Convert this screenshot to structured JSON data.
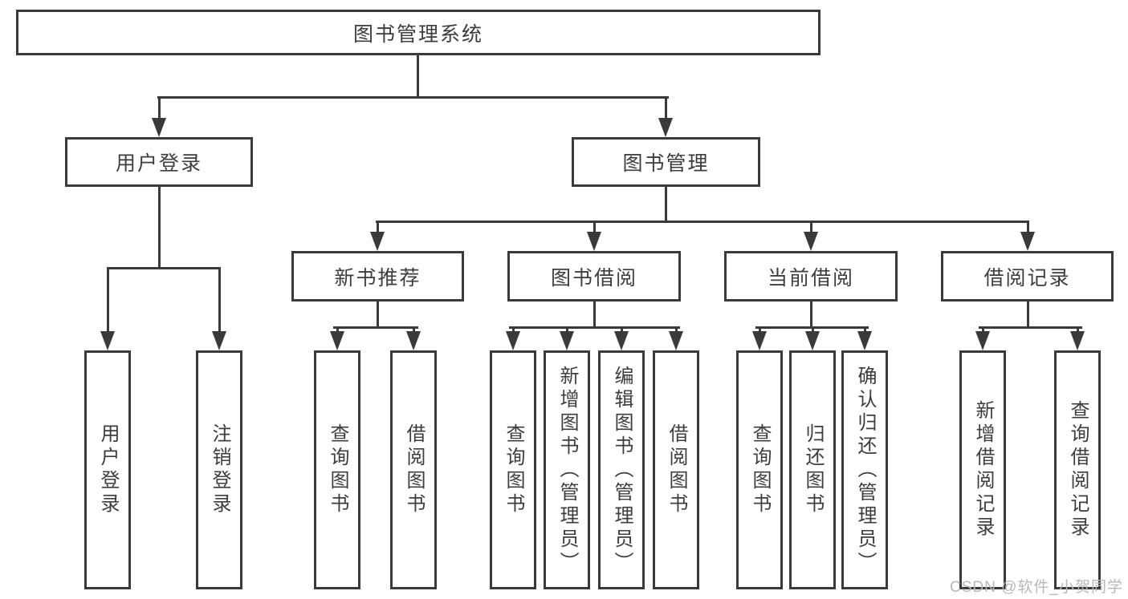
{
  "colors": {
    "line": "#3a3a3a",
    "text": "#3d3d3d",
    "watermark": "#b8b8b8",
    "background": "#ffffff"
  },
  "watermark": {
    "text": "CSDN @软件_小贺同学"
  },
  "tree": {
    "label": "图书管理系统",
    "children": [
      {
        "label": "用户登录",
        "children": [
          {
            "label": "用户登录"
          },
          {
            "label": "注销登录"
          }
        ]
      },
      {
        "label": "图书管理",
        "children": [
          {
            "label": "新书推荐",
            "children": [
              {
                "label": "查询图书"
              },
              {
                "label": "借阅图书"
              }
            ]
          },
          {
            "label": "图书借阅",
            "children": [
              {
                "label": "查询图书"
              },
              {
                "label": "新增图书（管理员）"
              },
              {
                "label": "编辑图书（管理员）"
              },
              {
                "label": "借阅图书"
              }
            ]
          },
          {
            "label": "当前借阅",
            "children": [
              {
                "label": "查询图书"
              },
              {
                "label": "归还图书"
              },
              {
                "label": "确认归还（管理员）"
              }
            ]
          },
          {
            "label": "借阅记录",
            "children": [
              {
                "label": "新增借阅记录"
              },
              {
                "label": "查询借阅记录"
              }
            ]
          }
        ]
      }
    ]
  }
}
